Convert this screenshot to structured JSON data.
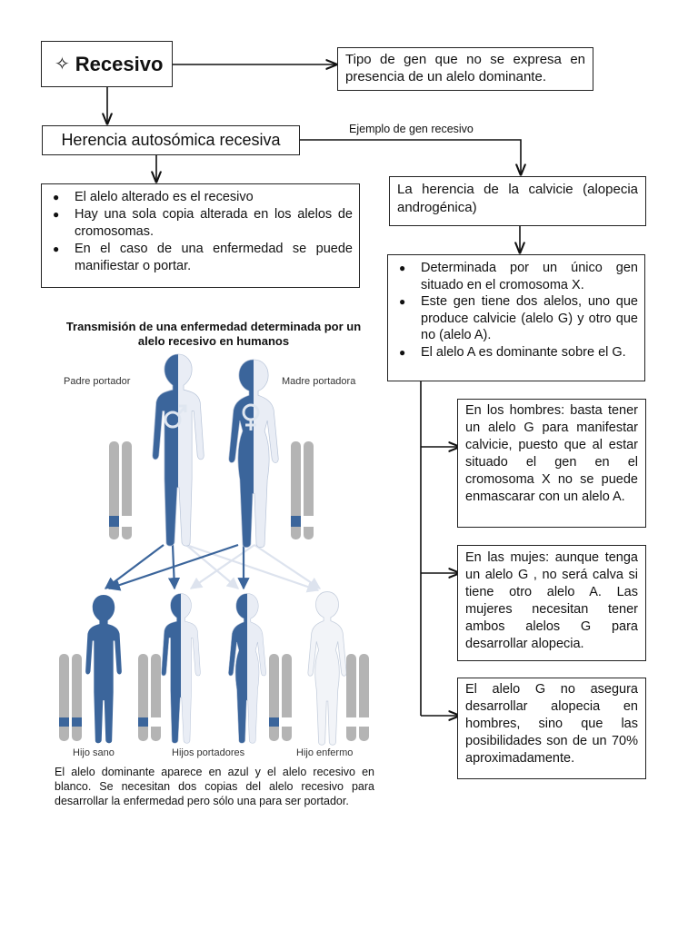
{
  "colors": {
    "dominant": "#3b659b",
    "recessive": "#e9edf5",
    "chromosome": "#b4b4b4",
    "band": "#3b659b"
  },
  "main": {
    "title_icon": "four-pointed-star-icon",
    "title": "Recesivo",
    "definition": "Tipo de gen que no se expresa en presencia de un alelo dominante.",
    "herencia": "Herencia autosómica recesiva",
    "ejemplo_label": "Ejemplo de gen recesivo"
  },
  "left_list": [
    "El alelo alterado es el recesivo",
    "Hay una sola copia alterada en los alelos de cromosomas.",
    "En el caso de una enfermedad se puede manifiestar o portar."
  ],
  "calvicie": {
    "title": "La herencia de la calvicie  (alopecia androgénica)",
    "list": [
      "Determinada por un único gen situado en el cromosoma X.",
      "Este gen tiene dos alelos, uno que produce calvicie (alelo G) y otro que no (alelo A).",
      "El alelo A es dominante sobre el G."
    ],
    "hombres": "En los hombres: basta tener un alelo G para manifestar calvicie, puesto que al estar situado el gen en el cromosoma X no se puede enmascarar con un alelo A.",
    "mujeres": "En las mujes: aunque tenga un alelo G , no será calva si tiene otro alelo A. Las mujeres necesitan tener ambos alelos G para desarrollar alopecia.",
    "nota": "El alelo G no asegura desarrollar alopecia en hombres, sino que las posibilidades son de un 70% aproximadamente."
  },
  "figure": {
    "title": "Transmisión de una enfermedad determinada por un alelo recesivo en humanos",
    "padre": "Padre portador",
    "madre": "Madre portadora",
    "hijo_sano": "Hijo sano",
    "hijos_portadores": "Hijos portadores",
    "hijo_enfermo": "Hijo enfermo",
    "male_icon": "male-symbol-icon",
    "female_icon": "female-symbol-icon",
    "caption": "El alelo dominante aparece en azul y el alelo recesivo en blanco. Se necesitan dos copias del alelo recesivo para desarrollar la enfermedad pero sólo una para ser portador."
  }
}
